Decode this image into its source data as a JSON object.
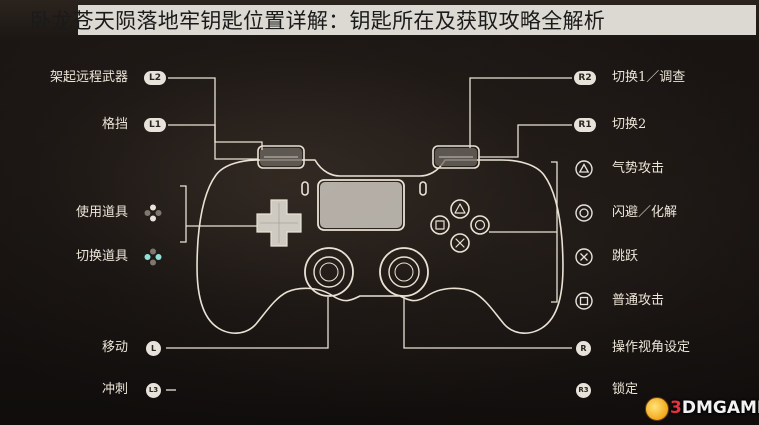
{
  "title": "卧龙苍天陨落地牢钥匙位置详解：钥匙所在及获取攻略全解析",
  "left_controls": [
    {
      "label": "架起远程武器",
      "button": "L2"
    },
    {
      "label": "格挡",
      "button": "L1"
    },
    {
      "label": "使用道具",
      "button": "dpad-up-down"
    },
    {
      "label": "切换道具",
      "button": "dpad-left-right"
    },
    {
      "label": "移动",
      "button": "L"
    },
    {
      "label": "冲刺",
      "button": "L3"
    }
  ],
  "right_controls": [
    {
      "label": "切换1／调查",
      "button": "R2"
    },
    {
      "label": "切换2",
      "button": "R1"
    },
    {
      "label": "气势攻击",
      "button": "triangle"
    },
    {
      "label": "闪避／化解",
      "button": "circle"
    },
    {
      "label": "跳跃",
      "button": "cross"
    },
    {
      "label": "普通攻击",
      "button": "square"
    },
    {
      "label": "操作视角设定",
      "button": "R"
    },
    {
      "label": "锁定",
      "button": "R3"
    }
  ],
  "watermark": {
    "prefix": "3",
    "rest": "DMGAME"
  },
  "colors": {
    "line": "#e9e2d4",
    "badge": "#e8e3da",
    "text": "#ece5d8"
  }
}
